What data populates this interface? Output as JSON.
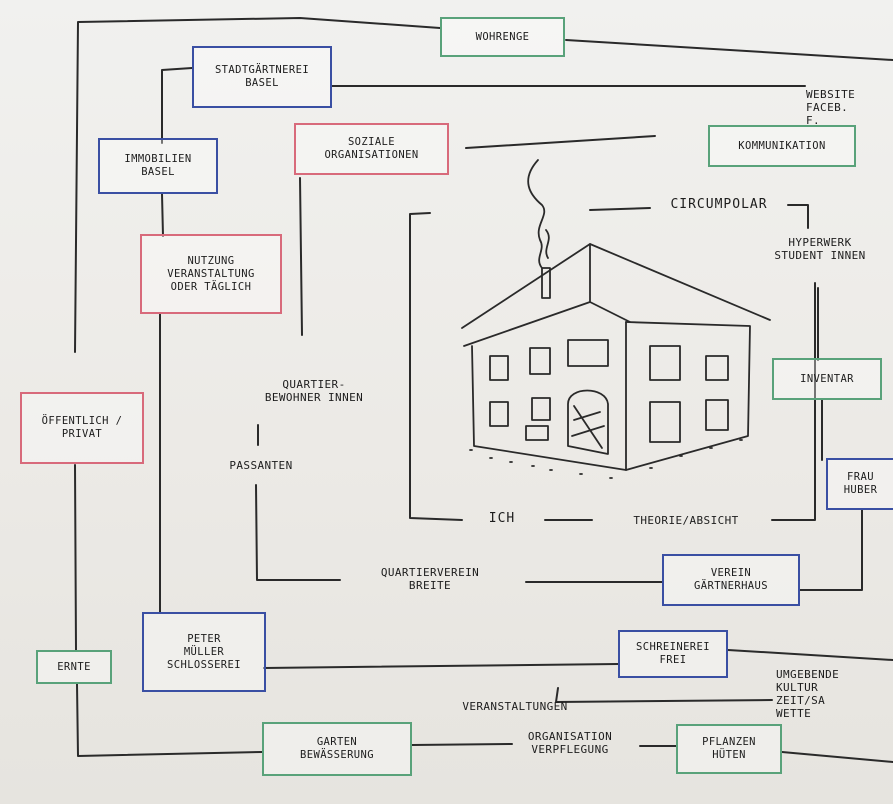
{
  "colors": {
    "box_green": "#59a27a",
    "box_red": "#d86a7b",
    "box_blue": "#3a4fa3",
    "ink": "#1d1d1d"
  },
  "boxes": {
    "wohrenge": "WOHRENGE",
    "stadtgaertnerei": "STADTGÄRTNEREI\nBASEL",
    "immobilien": "IMMOBILIEN\nBASEL",
    "soziale": "SOZIALE\nORGANISATIONEN",
    "kommunikation": "KOMMUNIKATION",
    "nutzung": "NUTZUNG\nVERANSTALTUNG\nODER TÄGLICH",
    "oeffentlich": "ÖFFENTLICH /\nPRIVAT",
    "inventar": "INVENTAR",
    "frau": "FRAU\nHUBER",
    "verein": "VEREIN\nGÄRTNERHAUS",
    "peter": "PETER\nMÜLLER\nSCHLOSSEREI",
    "ernte": "ERNTE",
    "schreinerei": "SCHREINEREI\nFREI",
    "garten": "GARTEN\nBEWÄSSERUNG",
    "pflanzen": "PFLANZEN\nHÜTEN"
  },
  "labels": {
    "website": "WEBSITE\nFACEB.\nF.",
    "circumpolar": "CIRCUMPOLAR",
    "hyperwerk": "HYPERWERK\nSTUDENT INNEN",
    "quartierbewohner": "QUARTIER-\nBEWOHNER INNEN",
    "passanten": "PASSANTEN",
    "ich": "ICH",
    "theorie": "THEORIE/ABSICHT",
    "quartierverein": "QUARTIERVEREIN\nBREITE",
    "umgebende": "UMGEBENDE\nKULTUR\nZEIT/SA\nWETTE",
    "veranstaltungen": "VERANSTALTUNGEN",
    "organisation": "ORGANISATION\nVERPFLEGUNG"
  }
}
